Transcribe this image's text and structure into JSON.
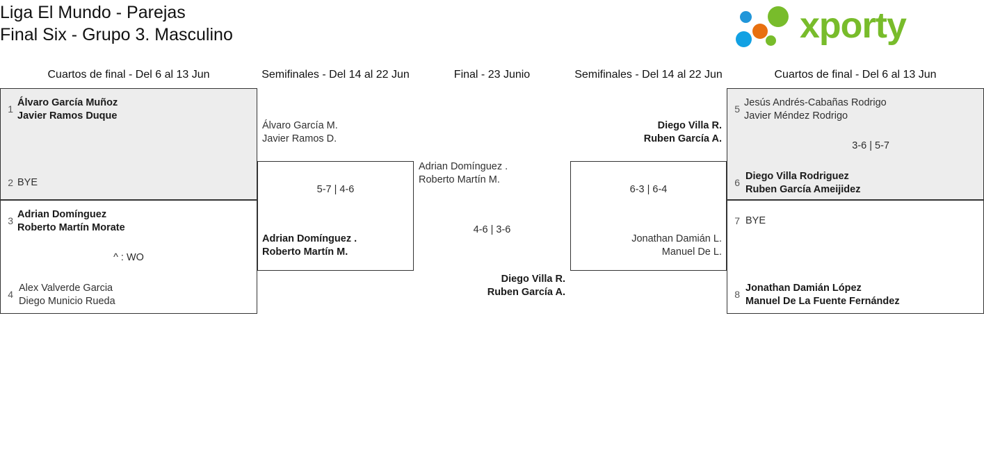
{
  "header": {
    "title": "Liga El Mundo - Parejas\nFinal Six - Grupo 3. Masculino",
    "brand": "xporty",
    "brand_color": "#78bc2b",
    "dot_colors": {
      "blue": "#12a1e3",
      "orange": "#e8700f",
      "green": "#78bc2b"
    }
  },
  "rounds": {
    "qf_left": "Cuartos de final - Del 6 al 13 Jun",
    "sf_left": "Semifinales - Del 14 al 22 Jun",
    "final": "Final - 23 Junio",
    "sf_right": "Semifinales - Del 14 al 22 Jun",
    "qf_right": "Cuartos de final - Del 6 al 13 Jun"
  },
  "matches": {
    "qf1": {
      "shaded": true,
      "top_seed": "1",
      "top_p1": "Álvaro García Muñoz",
      "top_p2": "Javier Ramos Duque",
      "bottom_seed": "2",
      "bottom_p1": "BYE",
      "bottom_p2": "",
      "score": ""
    },
    "qf2": {
      "shaded": false,
      "top_seed": "3",
      "top_p1": "Adrian Domínguez",
      "top_p2": "Roberto Martín Morate",
      "bottom_seed": "4",
      "bottom_p1": "Alex Valverde Garcia",
      "bottom_p2": "Diego Municio Rueda",
      "score": "^ : WO"
    },
    "qf3": {
      "shaded": true,
      "top_seed": "5",
      "top_p1": "Jesús Andrés-Cabañas Rodrigo",
      "top_p2": "Javier Méndez Rodrigo",
      "bottom_seed": "6",
      "bottom_p1": "Diego Villa Rodriguez",
      "bottom_p2": "Ruben García Ameijidez",
      "score": "3-6 | 5-7"
    },
    "qf4": {
      "shaded": false,
      "top_seed": "7",
      "top_p1": "BYE",
      "top_p2": "",
      "bottom_seed": "8",
      "bottom_p1": "Jonathan Damián López",
      "bottom_p2": "Manuel De La Fuente Fernández",
      "score": ""
    },
    "sf_left": {
      "top_p1": "Álvaro García M.",
      "top_p2": "Javier Ramos D.",
      "score": "5-7 | 4-6",
      "bottom_p1": "Adrian Domínguez .",
      "bottom_p2": "Roberto Martín M."
    },
    "sf_right": {
      "top_p1": "Diego Villa R.",
      "top_p2": "Ruben García A.",
      "score": "6-3 | 6-4",
      "bottom_p1": "Jonathan Damián L.",
      "bottom_p2": "Manuel De L."
    },
    "final": {
      "top_p1": "Adrian Domínguez .",
      "top_p2": "Roberto Martín M.",
      "score": "4-6 | 3-6",
      "bottom_p1": "Diego Villa R.",
      "bottom_p2": "Ruben García A."
    }
  }
}
